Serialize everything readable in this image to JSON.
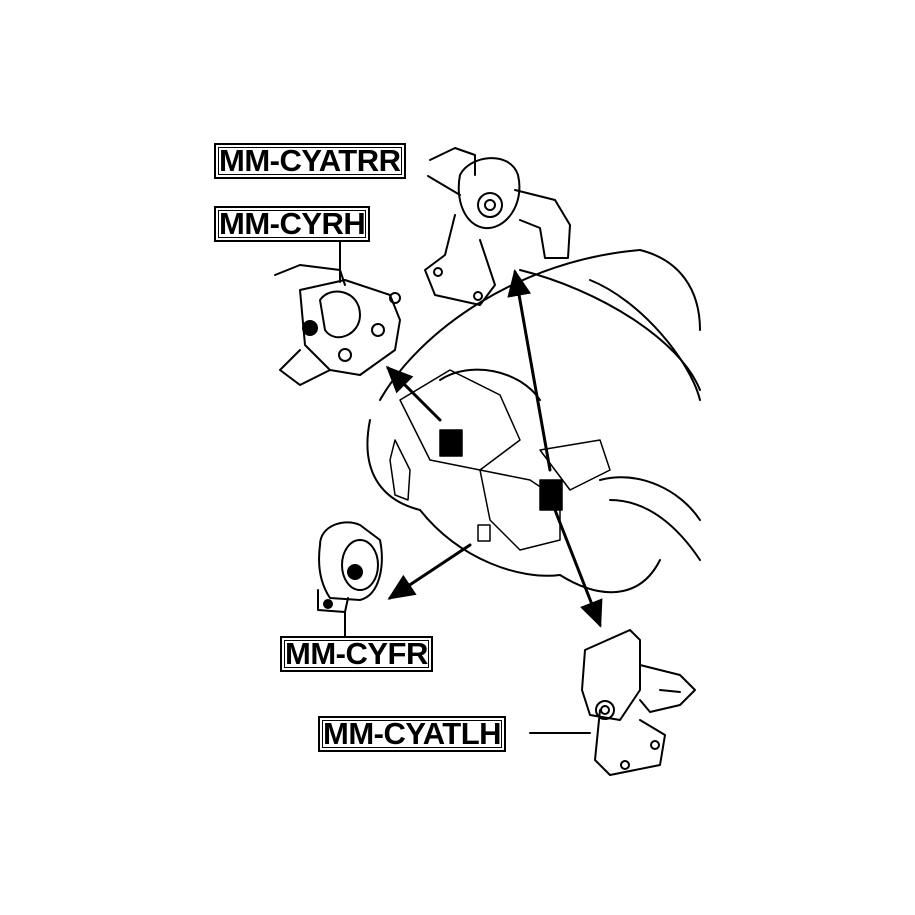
{
  "parts": [
    {
      "code": "MM-CYATRR"
    },
    {
      "code": "MM-CYRH"
    },
    {
      "code": "MM-CYFR"
    },
    {
      "code": "MM-CYATLH"
    }
  ],
  "colors": {
    "line": "#000000",
    "background": "#ffffff"
  }
}
